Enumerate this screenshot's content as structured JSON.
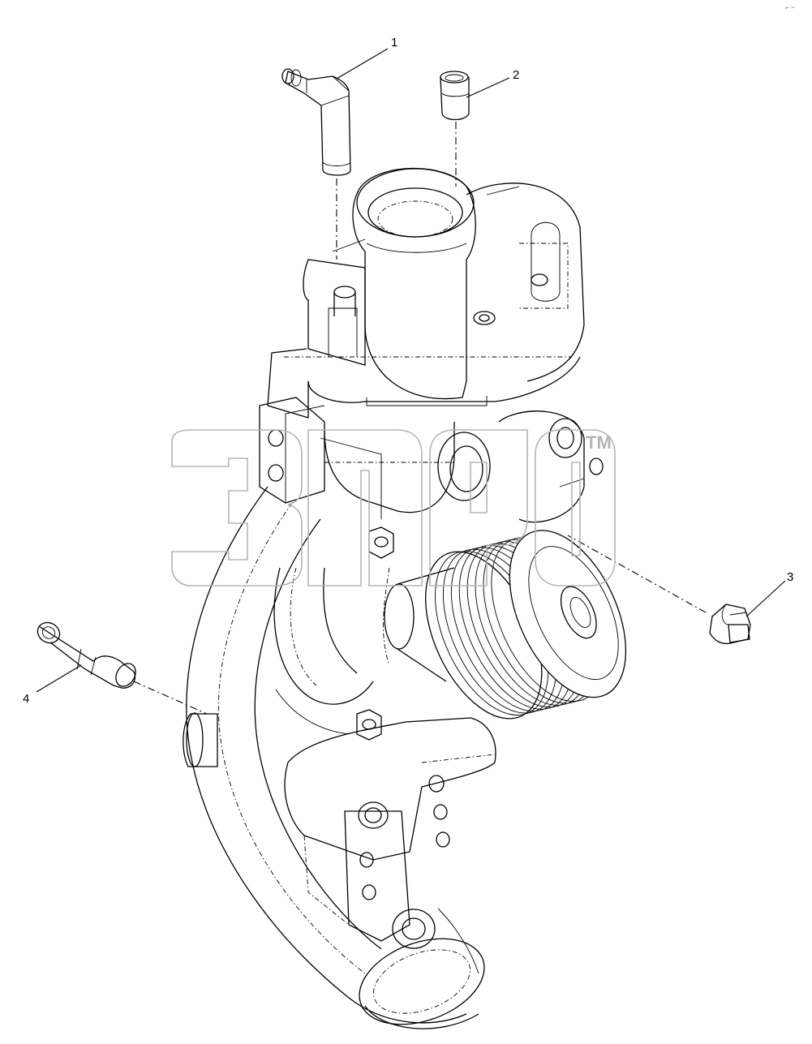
{
  "corner_code": "⌐ ~",
  "watermark": {
    "trademark": "TM"
  },
  "callouts": [
    {
      "id": "1",
      "label": "1"
    },
    {
      "id": "2",
      "label": "2"
    },
    {
      "id": "3",
      "label": "3"
    },
    {
      "id": "4",
      "label": "4"
    }
  ]
}
